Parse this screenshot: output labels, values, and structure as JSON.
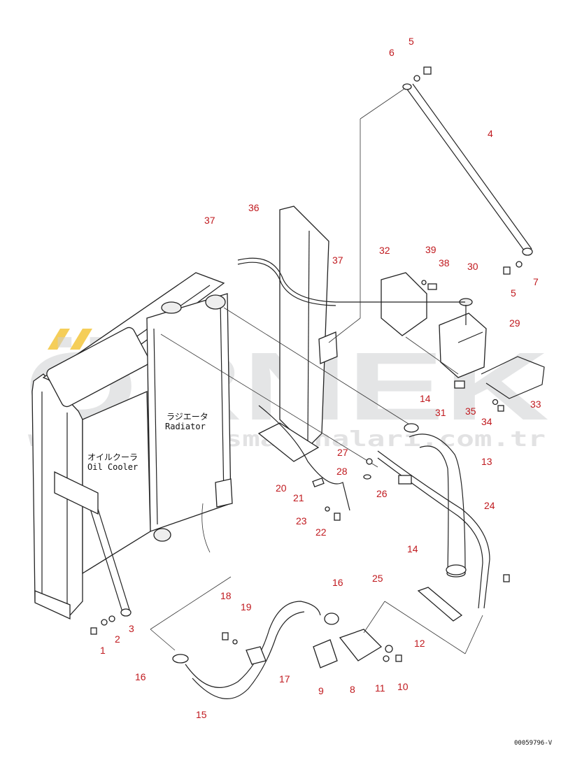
{
  "watermark": {
    "brand": "ÖRNEK",
    "url": "www.orneksismakinalari.com.tr",
    "accent_color": "#f2c230",
    "gray_color": "#cfd0d2"
  },
  "labels": {
    "radiator_jp": "ラジエータ",
    "radiator_en": "Radiator",
    "oil_cooler_jp": "オイルクーラ",
    "oil_cooler_en": "Oil Cooler"
  },
  "reference_code": "00059796-V",
  "callout_color": "#c0191e",
  "callouts": [
    {
      "id": "c5a",
      "text": "5"
    },
    {
      "id": "c6",
      "text": "6"
    },
    {
      "id": "c4",
      "text": "4"
    },
    {
      "id": "c36",
      "text": "36"
    },
    {
      "id": "c37a",
      "text": "37"
    },
    {
      "id": "c37b",
      "text": "37"
    },
    {
      "id": "c32",
      "text": "32"
    },
    {
      "id": "c39",
      "text": "39"
    },
    {
      "id": "c38",
      "text": "38"
    },
    {
      "id": "c30",
      "text": "30"
    },
    {
      "id": "c5b",
      "text": "5"
    },
    {
      "id": "c7",
      "text": "7"
    },
    {
      "id": "c29",
      "text": "29"
    },
    {
      "id": "c14a",
      "text": "14"
    },
    {
      "id": "c31",
      "text": "31"
    },
    {
      "id": "c35",
      "text": "35"
    },
    {
      "id": "c34",
      "text": "34"
    },
    {
      "id": "c33",
      "text": "33"
    },
    {
      "id": "c27",
      "text": "27"
    },
    {
      "id": "c28",
      "text": "28"
    },
    {
      "id": "c13",
      "text": "13"
    },
    {
      "id": "c20",
      "text": "20"
    },
    {
      "id": "c21",
      "text": "21"
    },
    {
      "id": "c26",
      "text": "26"
    },
    {
      "id": "c24",
      "text": "24"
    },
    {
      "id": "c23",
      "text": "23"
    },
    {
      "id": "c22",
      "text": "22"
    },
    {
      "id": "c14b",
      "text": "14"
    },
    {
      "id": "c25",
      "text": "25"
    },
    {
      "id": "c16a",
      "text": "16"
    },
    {
      "id": "c18",
      "text": "18"
    },
    {
      "id": "c19",
      "text": "19"
    },
    {
      "id": "c3",
      "text": "3"
    },
    {
      "id": "c2",
      "text": "2"
    },
    {
      "id": "c1",
      "text": "1"
    },
    {
      "id": "c12",
      "text": "12"
    },
    {
      "id": "c16b",
      "text": "16"
    },
    {
      "id": "c17",
      "text": "17"
    },
    {
      "id": "c9",
      "text": "9"
    },
    {
      "id": "c8",
      "text": "8"
    },
    {
      "id": "c11",
      "text": "11"
    },
    {
      "id": "c10",
      "text": "10"
    },
    {
      "id": "c15",
      "text": "15"
    }
  ]
}
